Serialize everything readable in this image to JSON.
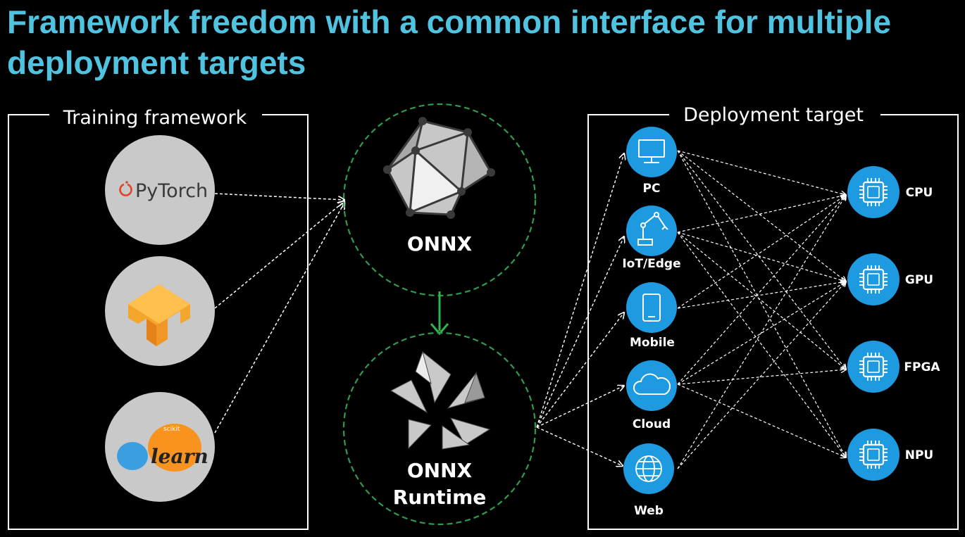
{
  "title": "Framework freedom with a common interface for multiple deployment targets",
  "colors": {
    "accent": "#4fc3e0",
    "node": "#1e9be0",
    "ring": "#2e9b4e",
    "arrow": "#2fb54a"
  },
  "training": {
    "label": "Training framework",
    "items": [
      {
        "label": "PyTorch",
        "icon": "pytorch-logo"
      },
      {
        "label": "",
        "icon": "tensorflow-logo"
      },
      {
        "label": "learn",
        "sublabel": "scikit",
        "icon": "scikit-learn-logo"
      }
    ]
  },
  "core": {
    "onnx": {
      "label": "ONNX",
      "icon": "onnx-logo"
    },
    "runtime": {
      "label_line1": "ONNX",
      "label_line2": "Runtime",
      "icon": "onnx-runtime-logo"
    }
  },
  "deployment": {
    "label": "Deployment target",
    "platforms": [
      {
        "label": "PC",
        "icon": "monitor-icon"
      },
      {
        "label": "IoT/Edge",
        "icon": "robot-arm-icon"
      },
      {
        "label": "Mobile",
        "icon": "phone-icon"
      },
      {
        "label": "Cloud",
        "icon": "cloud-icon"
      },
      {
        "label": "Web",
        "icon": "globe-icon"
      }
    ],
    "hardware": [
      {
        "label": "CPU",
        "icon": "chip-icon"
      },
      {
        "label": "GPU",
        "icon": "chip-icon"
      },
      {
        "label": "FPGA",
        "icon": "chip-icon"
      },
      {
        "label": "NPU",
        "icon": "chip-icon"
      }
    ]
  }
}
